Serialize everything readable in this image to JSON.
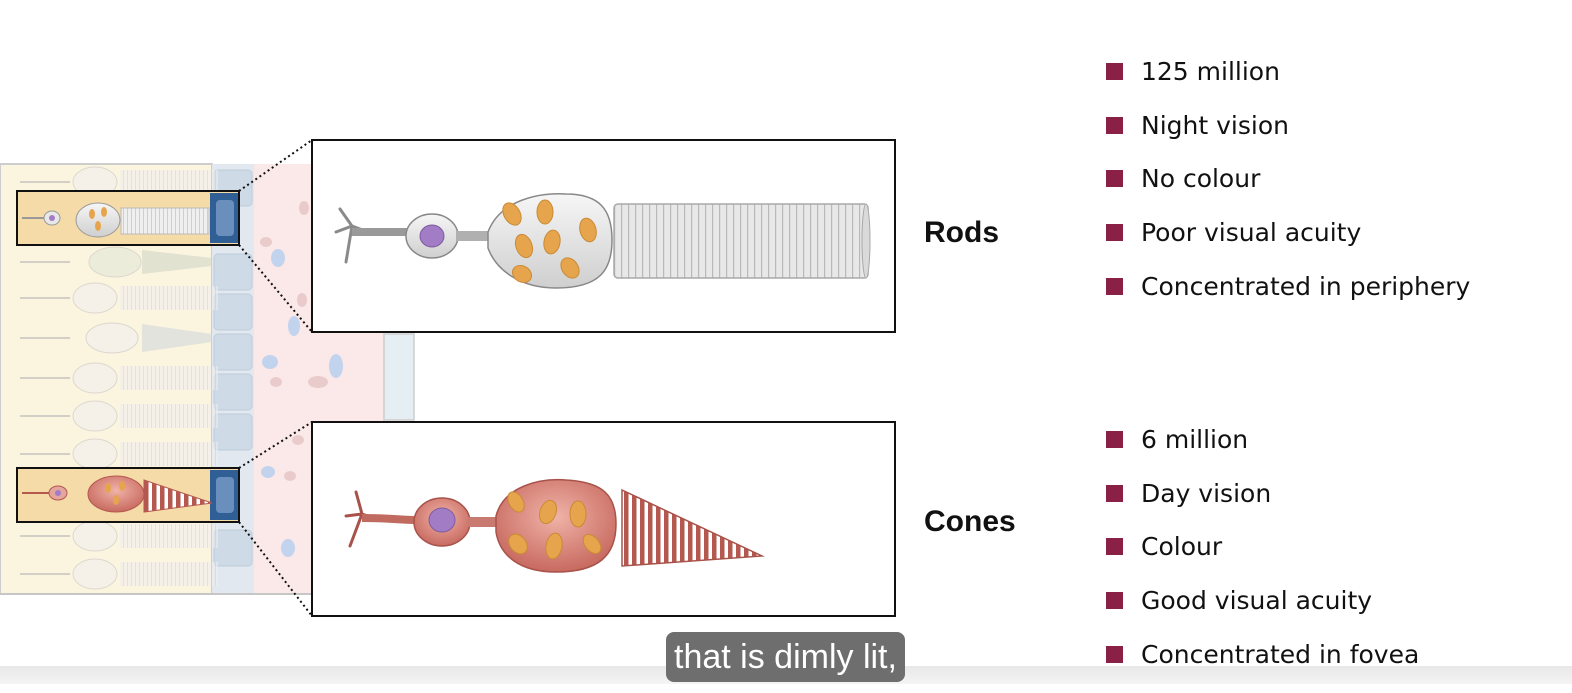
{
  "rods": {
    "label": "Rods",
    "facts": [
      "125 million",
      "Night vision",
      "No colour",
      "Poor visual acuity",
      "Concentrated in periphery"
    ]
  },
  "cones": {
    "label": "Cones",
    "facts": [
      "6 million",
      "Day vision",
      "Colour",
      "Good visual acuity",
      "Concentrated in fovea"
    ]
  },
  "caption": "that is dimly lit,",
  "colors": {
    "bullet": "#8a2046",
    "rod_body": "#dcdcdc",
    "cone_body": "#d98b80",
    "mitochondria": "#e6a54c",
    "nucleus": "#a27cc4",
    "caption_bg": "#6e6e6e"
  }
}
